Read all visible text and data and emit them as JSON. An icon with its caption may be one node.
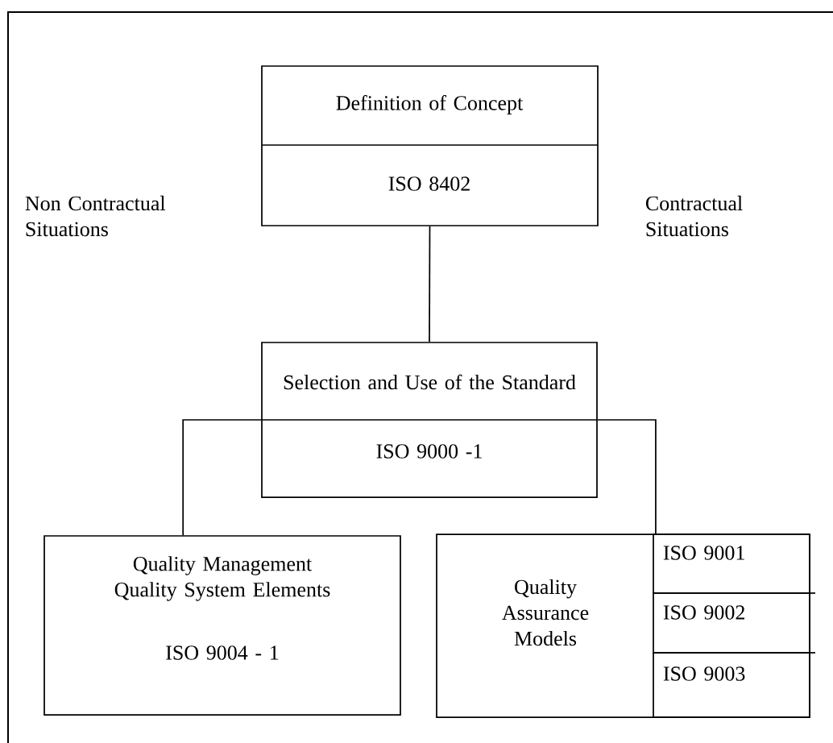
{
  "diagram": {
    "nodes": [
      {
        "text": [
          "Definition of Concept",
          "ISO 8402"
        ]
      },
      {
        "text": [
          "Selection and Use of the Standard",
          "ISO 9000 -1"
        ]
      },
      {
        "text": [
          "Quality Management Quality System Elements",
          "ISO 9004 - 1"
        ]
      },
      {
        "text": [
          "Quality Assurance Models"
        ]
      },
      {
        "text": [
          "ISO 9001"
        ],
        "in": 3
      },
      {
        "text": [
          "ISO 9002"
        ],
        "in": 3
      },
      {
        "text": [
          "ISO 9003"
        ],
        "in": 3
      }
    ],
    "edges": [
      {
        "from": 0,
        "to": 1,
        "arrow": "none"
      },
      {
        "from": 1,
        "to": 2,
        "arrow": "none"
      },
      {
        "from": 1,
        "to": 3,
        "arrow": "none"
      }
    ],
    "labels": [
      "Non Contractual Situations",
      "Contractual Situations"
    ]
  }
}
